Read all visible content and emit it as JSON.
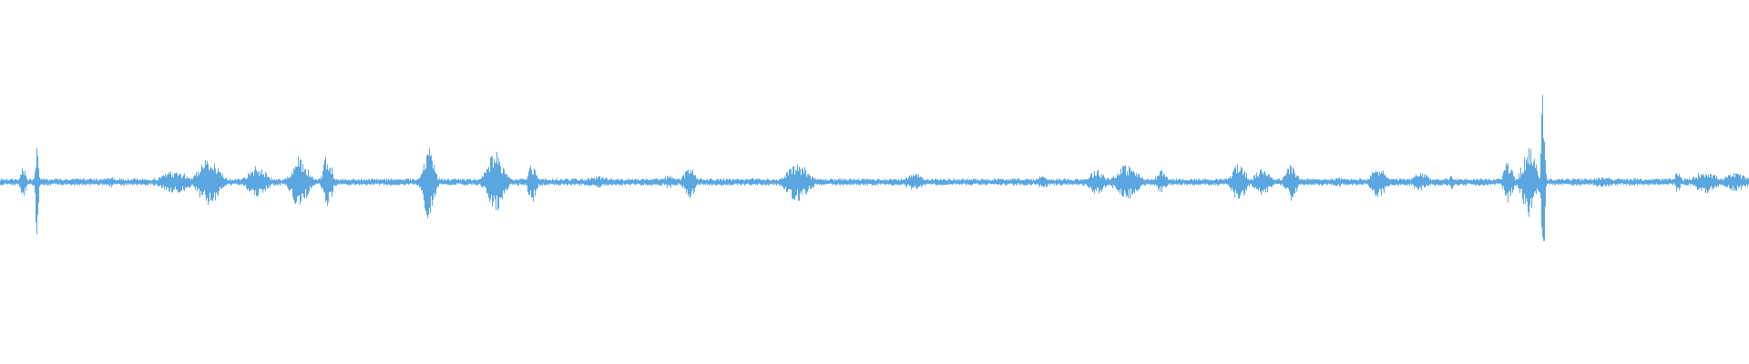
{
  "waveform": {
    "color": "#5aa6e0",
    "background": "#ffffff",
    "baseline_amplitude": 0.03,
    "peaks": [
      {
        "t": 0.013,
        "amplitude": 0.15,
        "spread": 0.002
      },
      {
        "t": 0.021,
        "amplitude": 0.55,
        "spread": 0.001
      },
      {
        "t": 0.063,
        "amplitude": 0.05,
        "spread": 0.003
      },
      {
        "t": 0.1,
        "amplitude": 0.1,
        "spread": 0.01
      },
      {
        "t": 0.119,
        "amplitude": 0.2,
        "spread": 0.008
      },
      {
        "t": 0.147,
        "amplitude": 0.14,
        "spread": 0.007
      },
      {
        "t": 0.171,
        "amplitude": 0.22,
        "spread": 0.006
      },
      {
        "t": 0.187,
        "amplitude": 0.26,
        "spread": 0.003
      },
      {
        "t": 0.245,
        "amplitude": 0.32,
        "spread": 0.004
      },
      {
        "t": 0.283,
        "amplitude": 0.26,
        "spread": 0.006
      },
      {
        "t": 0.304,
        "amplitude": 0.18,
        "spread": 0.003
      },
      {
        "t": 0.342,
        "amplitude": 0.05,
        "spread": 0.01
      },
      {
        "t": 0.382,
        "amplitude": 0.06,
        "spread": 0.004
      },
      {
        "t": 0.394,
        "amplitude": 0.14,
        "spread": 0.004
      },
      {
        "t": 0.456,
        "amplitude": 0.17,
        "spread": 0.008
      },
      {
        "t": 0.523,
        "amplitude": 0.07,
        "spread": 0.008
      },
      {
        "t": 0.596,
        "amplitude": 0.06,
        "spread": 0.004
      },
      {
        "t": 0.627,
        "amplitude": 0.11,
        "spread": 0.006
      },
      {
        "t": 0.644,
        "amplitude": 0.15,
        "spread": 0.008
      },
      {
        "t": 0.664,
        "amplitude": 0.1,
        "spread": 0.004
      },
      {
        "t": 0.708,
        "amplitude": 0.17,
        "spread": 0.005
      },
      {
        "t": 0.722,
        "amplitude": 0.12,
        "spread": 0.006
      },
      {
        "t": 0.738,
        "amplitude": 0.16,
        "spread": 0.004
      },
      {
        "t": 0.765,
        "amplitude": 0.04,
        "spread": 0.005
      },
      {
        "t": 0.788,
        "amplitude": 0.14,
        "spread": 0.005
      },
      {
        "t": 0.812,
        "amplitude": 0.08,
        "spread": 0.006
      },
      {
        "t": 0.83,
        "amplitude": 0.07,
        "spread": 0.002
      },
      {
        "t": 0.862,
        "amplitude": 0.2,
        "spread": 0.003
      },
      {
        "t": 0.874,
        "amplitude": 0.3,
        "spread": 0.005
      },
      {
        "t": 0.882,
        "amplitude": 0.85,
        "spread": 0.0012
      },
      {
        "t": 0.917,
        "amplitude": 0.05,
        "spread": 0.008
      },
      {
        "t": 0.959,
        "amplitude": 0.1,
        "spread": 0.002
      },
      {
        "t": 0.975,
        "amplitude": 0.1,
        "spread": 0.008
      },
      {
        "t": 0.992,
        "amplitude": 0.08,
        "spread": 0.008
      }
    ]
  }
}
